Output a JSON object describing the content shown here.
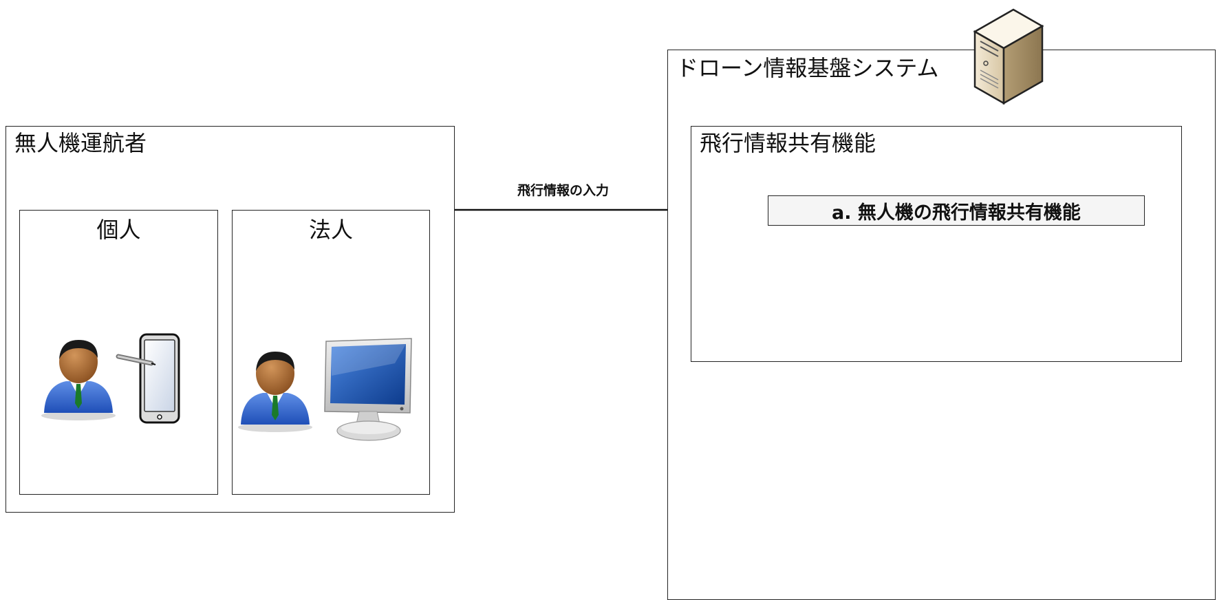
{
  "operator_box": {
    "title": "無人機運航者",
    "individual": {
      "title": "個人"
    },
    "corporation": {
      "title": "法人"
    }
  },
  "arrow": {
    "label": "飛行情報の入力"
  },
  "system_box": {
    "title": "ドローン情報基盤システム",
    "function_group": {
      "title": "飛行情報共有機能",
      "function_item": "a. 無人機の飛行情報共有機能"
    }
  },
  "icons": [
    "user-icon",
    "tablet-icon",
    "desktop-monitor-icon",
    "server-icon"
  ]
}
